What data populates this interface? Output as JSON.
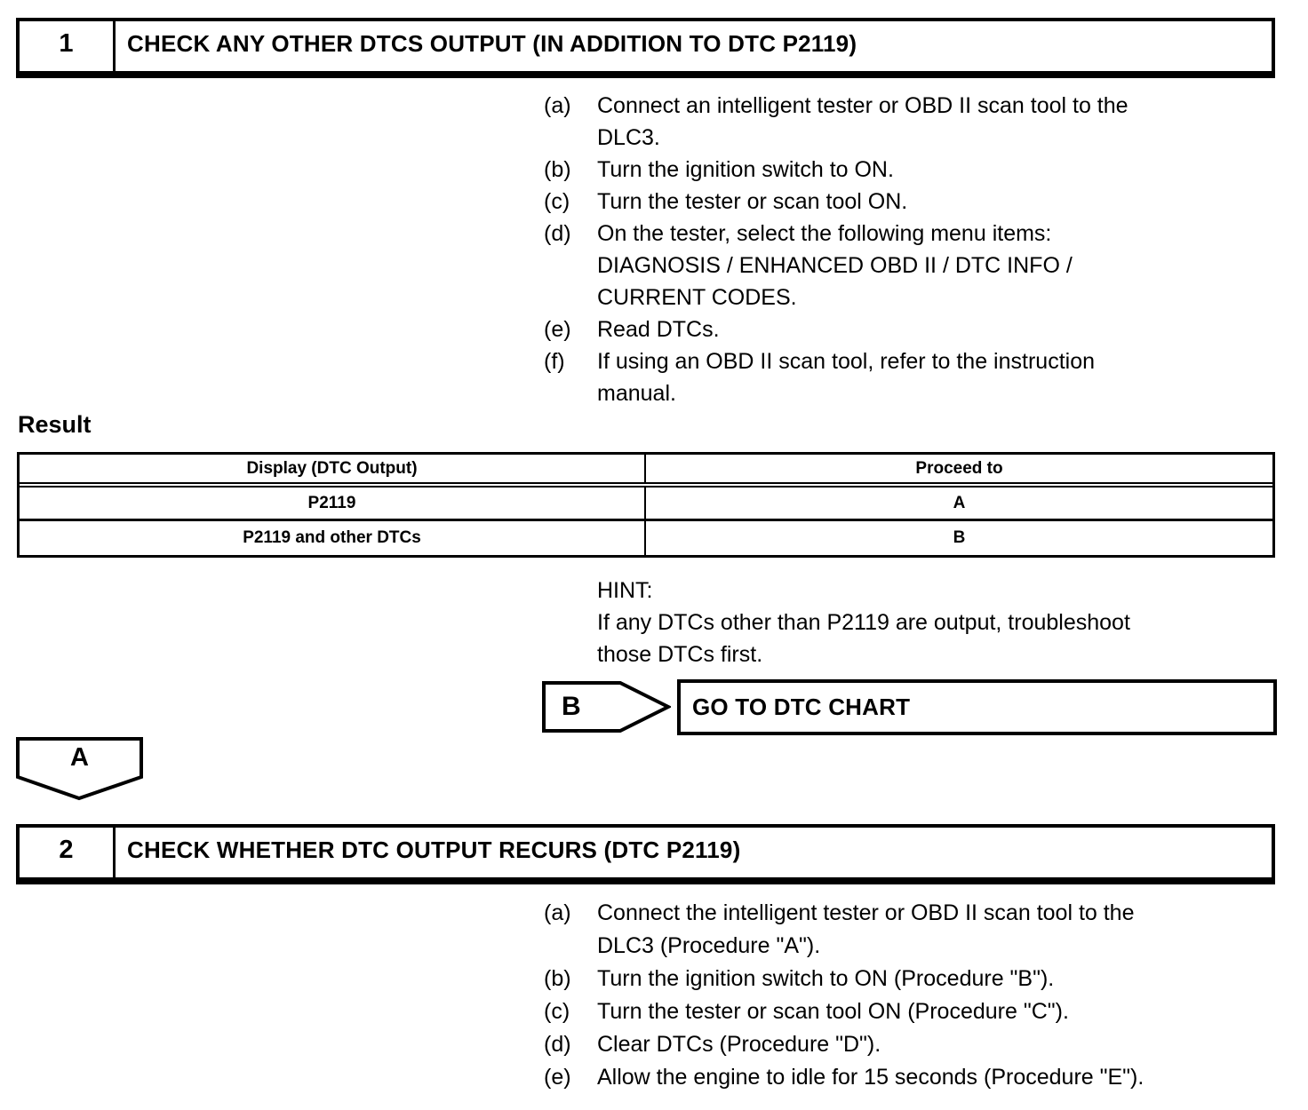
{
  "colors": {
    "ink": "#000000",
    "paper": "#ffffff"
  },
  "step1": {
    "number": "1",
    "title": "CHECK ANY OTHER DTCS OUTPUT (IN ADDITION TO DTC P2119)",
    "substeps": [
      {
        "marker": "(a)",
        "text": "Connect an intelligent tester or OBD II scan tool to the\nDLC3."
      },
      {
        "marker": "(b)",
        "text": "Turn the ignition switch to ON."
      },
      {
        "marker": "(c)",
        "text": "Turn the tester or scan tool ON."
      },
      {
        "marker": "(d)",
        "text": "On the tester, select the following menu items:\nDIAGNOSIS / ENHANCED OBD II / DTC INFO /\nCURRENT CODES."
      },
      {
        "marker": "(e)",
        "text": "Read DTCs."
      },
      {
        "marker": "(f)",
        "text": "If using an OBD II scan tool, refer to the instruction\nmanual."
      }
    ]
  },
  "result": {
    "heading": "Result",
    "table": {
      "headers": [
        "Display (DTC Output)",
        "Proceed to"
      ],
      "rows": [
        [
          "P2119",
          "A"
        ],
        [
          "P2119 and other DTCs",
          "B"
        ]
      ]
    }
  },
  "hint": {
    "label": "HINT:",
    "text": "If any DTCs other than P2119 are output, troubleshoot\nthose DTCs first."
  },
  "branch_b": {
    "label": "B",
    "action": "GO TO DTC CHART"
  },
  "connector_a": {
    "label": "A"
  },
  "step2": {
    "number": "2",
    "title": "CHECK WHETHER DTC OUTPUT RECURS (DTC P2119)",
    "substeps": [
      {
        "marker": "(a)",
        "text": "Connect the intelligent tester or OBD II scan tool to the\nDLC3 (Procedure \"A\")."
      },
      {
        "marker": "(b)",
        "text": "Turn the ignition switch to ON (Procedure \"B\")."
      },
      {
        "marker": "(c)",
        "text": "Turn the tester or scan tool ON (Procedure \"C\")."
      },
      {
        "marker": "(d)",
        "text": "Clear DTCs (Procedure \"D\")."
      },
      {
        "marker": "(e)",
        "text": "Allow the engine to idle for 15 seconds (Procedure \"E\")."
      }
    ]
  }
}
